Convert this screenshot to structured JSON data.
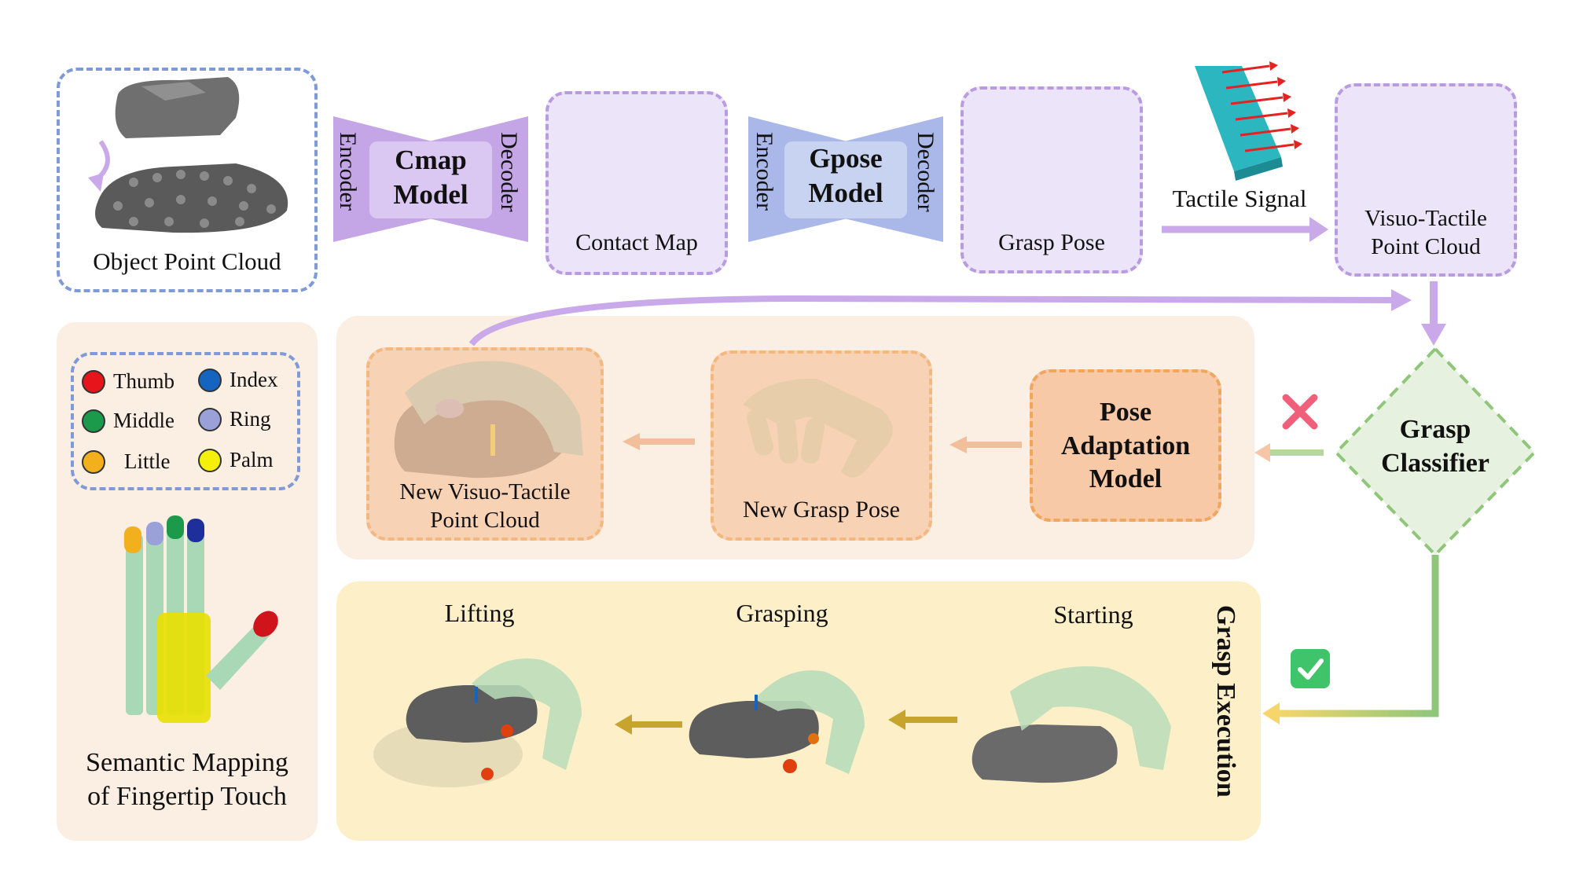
{
  "top_row": {
    "object_point_cloud": "Object Point Cloud",
    "cmap_encoder": "Encoder",
    "cmap_model": "Cmap\nModel",
    "cmap_decoder": "Decoder",
    "contact_map": "Contact Map",
    "gpose_encoder": "Encoder",
    "gpose_model": "Gpose\nModel",
    "gpose_decoder": "Decoder",
    "grasp_pose": "Grasp Pose",
    "tactile_signal": "Tactile Signal",
    "visuo_tactile_point_cloud": "Visuo-Tactile\nPoint Cloud"
  },
  "middle_row": {
    "new_visuo_tactile": "New Visuo-Tactile\nPoint Cloud",
    "new_grasp_pose": "New Grasp Pose",
    "pose_adaptation_model": "Pose\nAdaptation\nModel",
    "grasp_classifier": "Grasp\nClassifier"
  },
  "bottom_row": {
    "lifting": "Lifting",
    "grasping": "Grasping",
    "starting": "Starting",
    "grasp_execution": "Grasp Execution"
  },
  "legend": {
    "items": [
      {
        "label": "Thumb",
        "color": "#e8141c"
      },
      {
        "label": "Index",
        "color": "#1565c0"
      },
      {
        "label": "Middle",
        "color": "#1a9a4a"
      },
      {
        "label": "Ring",
        "color": "#9aa0d8"
      },
      {
        "label": "Little",
        "color": "#f2b11c"
      },
      {
        "label": "Palm",
        "color": "#f5f00a"
      }
    ],
    "caption": "Semantic Mapping\nof Fingertip Touch"
  },
  "colors": {
    "blue_dash": "#7f9ad6",
    "purple_dash": "#b99be0",
    "orange_dash": "#f0a65c",
    "green_dash": "#8fc67a",
    "purple_arrow": "#c9a9ea",
    "orange_panel": "#fbeee3",
    "yellow_panel": "#fdf0c8"
  },
  "icons": {
    "reject": "cross-icon",
    "accept": "check-icon"
  }
}
